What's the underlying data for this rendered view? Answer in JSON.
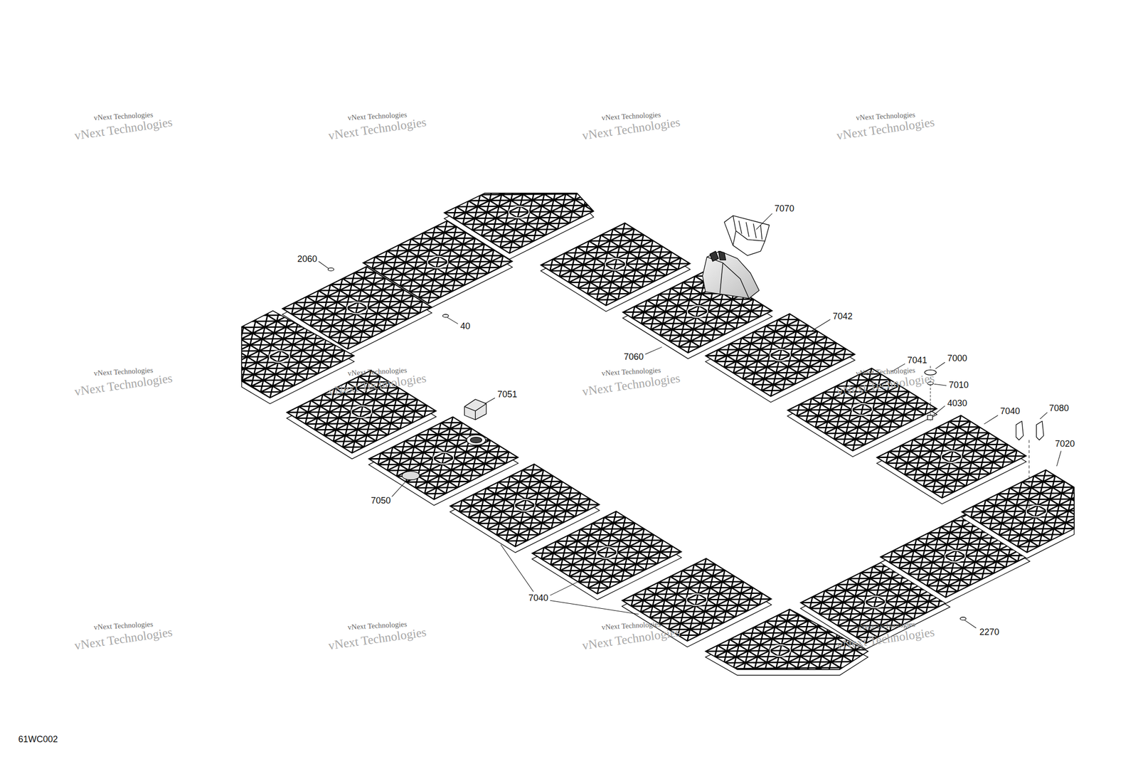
{
  "diagram": {
    "labels": [
      "7070",
      "2060",
      "40",
      "7042",
      "7060",
      "7041",
      "7000",
      "7010",
      "4030",
      "7051",
      "7040",
      "7080",
      "7020",
      "7050",
      "7040",
      "2270",
      "61WC002",
      "vNext Technologies",
      "vNext Technologies",
      "vNext Technologies",
      "vNext Technologies",
      "vNext Technologies",
      "vNext Technologies",
      "vNext Technologies",
      "vNext Technologies",
      "vNext Technologies",
      "vNext Technologies",
      "vNext Technologies",
      "vNext Technologies",
      "vNext Technologies",
      "vNext Technologies",
      "vNext Technologies",
      "vNext Technologies",
      "vNext Technologies",
      "vNext Technologies",
      "vNext Technologies",
      "vNext Technologies",
      "vNext Technologies",
      "vNext Technologies",
      "vNext Technologies",
      "vNext Technologies"
    ]
  }
}
